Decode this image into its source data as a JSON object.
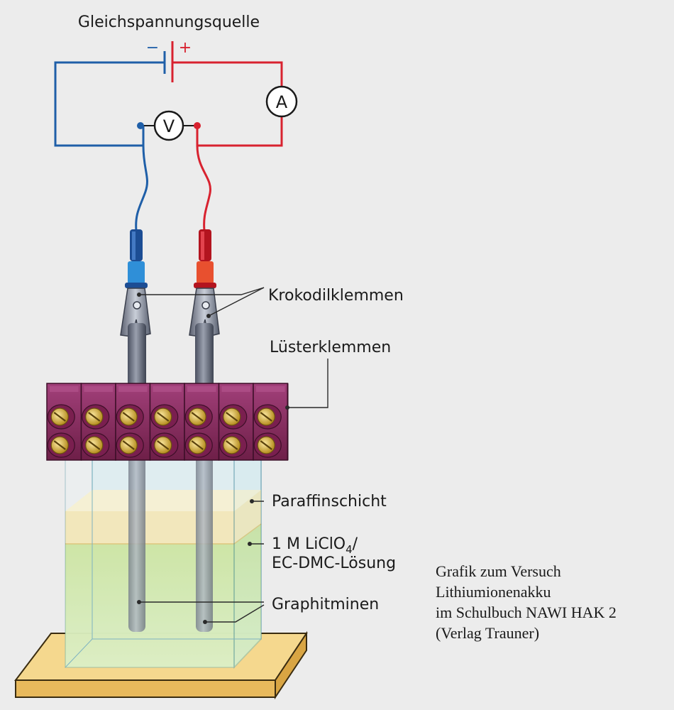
{
  "diagram": {
    "title": "Gleichspannungsquelle",
    "polarity": {
      "minus": "−",
      "plus": "+"
    },
    "meters": {
      "ammeter": "A",
      "voltmeter": "V"
    },
    "labels": {
      "krokodilklemmen": "Krokodilklemmen",
      "luesterklemmen": "Lüsterklemmen",
      "paraffin": "Paraffinschicht",
      "electrolyte_line1_prefix": "1 M LiClO",
      "electrolyte_line1_sub": "4",
      "electrolyte_line1_suffix": "/",
      "electrolyte_line2": "EC-DMC-Lösung",
      "graphitminen": "Graphitminen"
    },
    "caption": [
      "Grafik zum Versuch",
      "Lithiumionenakku",
      "im Schulbuch NAWI HAK 2",
      "(Verlag Trauner)"
    ],
    "colors": {
      "negative_wire": "#1f5fa8",
      "positive_wire": "#d8222f",
      "terminal_block": "#8c2a5c",
      "screw": "#d7b33a",
      "electrolyte": "#cfe39a",
      "paraffin": "#f6e3a2",
      "graphite": "#6c7282",
      "base": "#f2cd7a"
    }
  }
}
